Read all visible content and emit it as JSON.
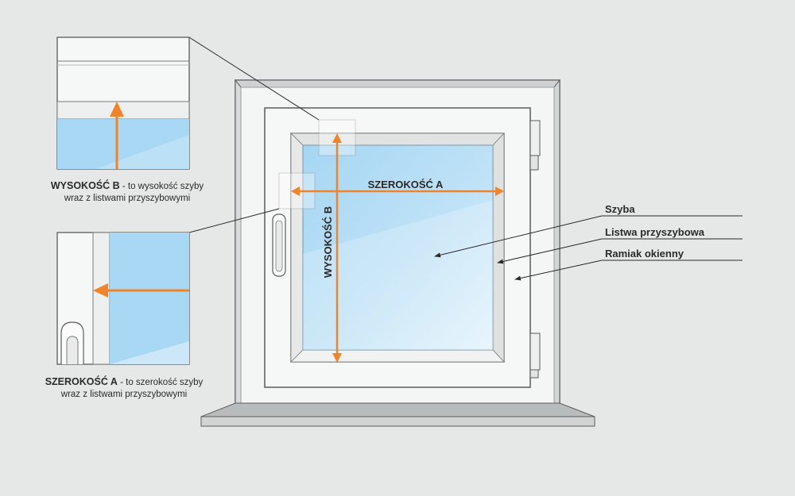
{
  "colors": {
    "background": "#e6e8e7",
    "frame": "#f4f5f5",
    "frame_shadow": "#c4c7c7",
    "outline": "#5a5c5c",
    "glass": "#a9d8f4",
    "glass_light": "#d7eefb",
    "arrow": "#f0842a",
    "sill": "#9fa3a3",
    "text": "#2a2a2a"
  },
  "labels": {
    "szerokosc_a": "SZEROKOŚĆ A",
    "wysokosc_b": "WYSOKOŚĆ B"
  },
  "callouts": {
    "szyba": "Szyba",
    "listwa": "Listwa przyszybowa",
    "ramiak": "Ramiak okienny"
  },
  "captions": {
    "height_title": "WYSOKOŚĆ B",
    "height_text": " - to wysokość szyby",
    "height_text2": "wraz z listwami przyszybowymi",
    "width_title": "SZEROKOŚĆ A",
    "width_text": " - to szerokość szyby",
    "width_text2": "wraz z listwami przyszybowymi"
  },
  "icons": [
    "orange-arrow-icon",
    "window-handle-icon",
    "hinge-icon",
    "callout-arrow-icon"
  ]
}
